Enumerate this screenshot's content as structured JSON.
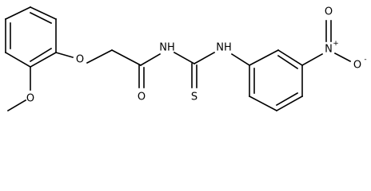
{
  "molecule": {
    "atoms": {
      "o_methoxy": "O",
      "o_ether": "O",
      "n_amide": "NH",
      "o_carbonyl": "O",
      "n_thio": "NH",
      "s_thione": "S",
      "n_nitro": "N",
      "n_nitro_charge": "+",
      "o_nitro_a": "O",
      "o_nitro_b": "O",
      "o_nitro_b_charge": "-"
    }
  }
}
